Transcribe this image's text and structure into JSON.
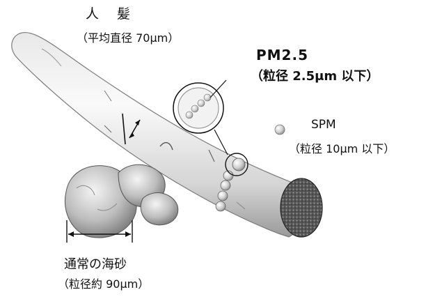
{
  "labels": {
    "hair_title": "人 髪",
    "hair_diameter": "（平均直径 70μm）",
    "pm_title": "PM2.5",
    "pm_size": "（粒径 2.5μm 以下）",
    "spm_title": "SPM",
    "spm_size": "（粒径 10μm 以下）",
    "sand_title": "通常の海砂",
    "sand_size": "（粒径約 90μm）"
  },
  "icons": {
    "hair": "human-hair-strand",
    "sand": "sand-grain-cluster",
    "pm": "pm25-particle-chain",
    "spm": "spm-particle",
    "magnifier": "zoom-circle"
  },
  "colors": {
    "background": "#ffffff",
    "text": "#111111",
    "hair_light": "#f2f2f2",
    "hair_dark": "#8a8a8a",
    "particle": "#cfcfcf"
  }
}
